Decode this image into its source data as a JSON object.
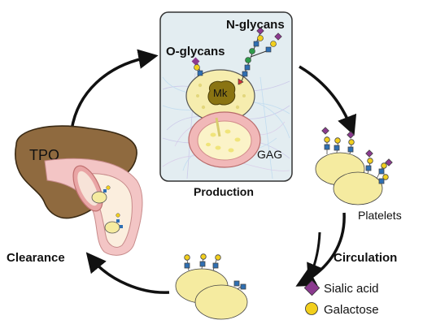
{
  "labels": {
    "n_glycans": "N-glycans",
    "o_glycans": "O-glycans",
    "mk": "Mk",
    "gag": "GAG",
    "production": "Production",
    "tpo": "TPO",
    "platelets": "Platelets",
    "circulation": "Circulation",
    "clearance": "Clearance"
  },
  "legend": {
    "items": [
      {
        "label": "Sialic acid",
        "shape": "diamond",
        "color": "#8b3a8f"
      },
      {
        "label": "Galactose",
        "shape": "circle",
        "color": "#f2cf1d"
      }
    ]
  },
  "colors": {
    "sialic_acid": "#8b3a8f",
    "galactose": "#f2cf1d",
    "glcnac": "#2f6fb3",
    "mannose": "#2e9a4a",
    "fucose": "#d9333b",
    "platelet_fill": "#f5eba0",
    "liver": "#8f6a3f",
    "vessel": "#e8a6a6",
    "production_box": "#e3edf1"
  }
}
